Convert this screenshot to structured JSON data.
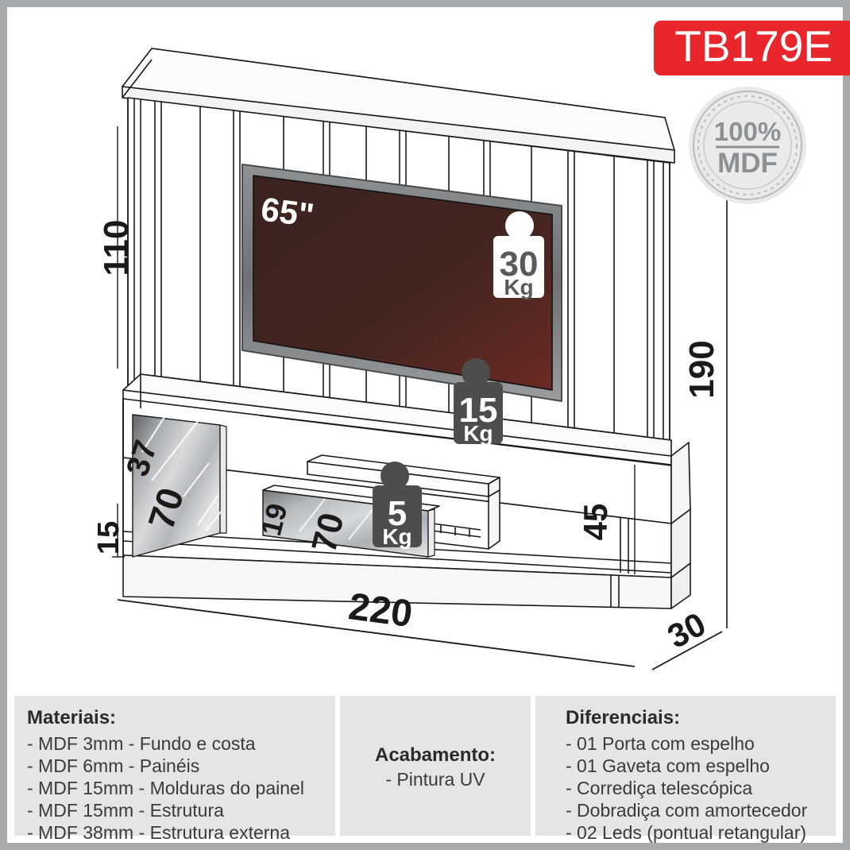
{
  "product": {
    "sku": "TB179E",
    "seal_top": "100%",
    "seal_bottom": "MDF"
  },
  "diagram": {
    "tv_size_label": "65\"",
    "weight_tags": [
      {
        "name": "tv-weight-tag",
        "value": "30",
        "unit": "Kg"
      },
      {
        "name": "shelf-weight-tag",
        "value": "15",
        "unit": "Kg"
      },
      {
        "name": "drawer-weight-tag",
        "value": "5",
        "unit": "Kg"
      }
    ],
    "dimensions": {
      "panel_height": "110",
      "total_height": "190",
      "base_height": "45",
      "bottom_left_height": "15",
      "total_width": "220",
      "depth": "30",
      "door_height": "37",
      "door_width": "70",
      "drawer_height": "19",
      "drawer_width": "70"
    }
  },
  "info": {
    "materials": {
      "title": "Materiais:",
      "items": [
        "- MDF 3mm - Fundo e costa",
        "- MDF 6mm - Painéis",
        "- MDF 15mm - Molduras do painel",
        "- MDF 15mm - Estrutura",
        "- MDF 38mm - Estrutura externa"
      ]
    },
    "finish": {
      "title": "Acabamento:",
      "items": [
        "- Pintura UV"
      ]
    },
    "features": {
      "title": "Diferenciais:",
      "items": [
        "- 01 Porta com espelho",
        "- 01 Gaveta com espelho",
        "- Corrediça telescópica",
        "- Dobradiça com amortecedor",
        "- 02 Leds (pontual retangular)"
      ]
    }
  },
  "colors": {
    "accent_red": "#e8262b",
    "panel_bg": "#e3e5e7",
    "frame_gray": "#a7abae",
    "tag_dark": "#4a4a4a",
    "screen_dark": "#3c2420"
  }
}
